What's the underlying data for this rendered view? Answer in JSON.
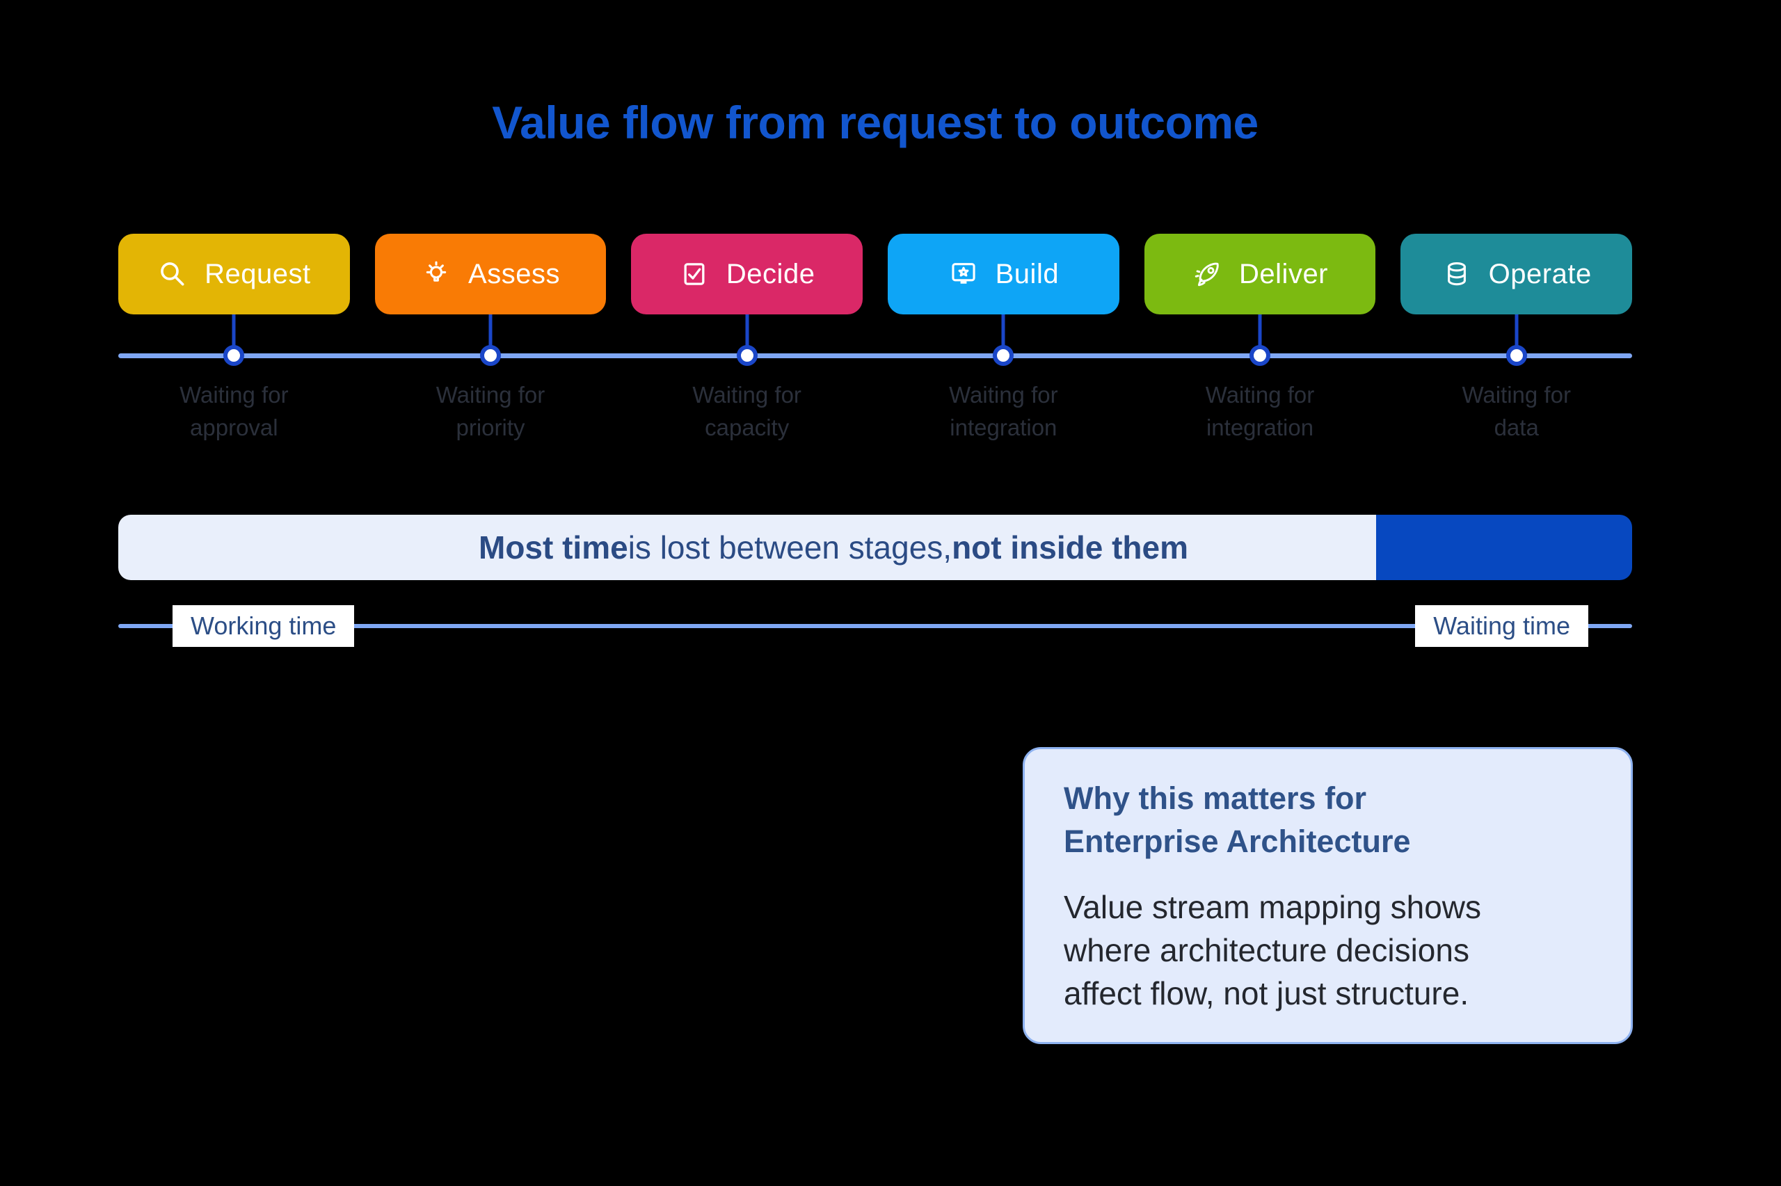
{
  "title": "Value flow from request to outcome",
  "colors": {
    "title_blue": "#1256CE",
    "timeline_light_blue": "#7FA7F3",
    "connector_blue": "#1A46C8",
    "bar_working_bg": "#E9EFFB",
    "bar_waiting_bg": "#0748C0",
    "callout_bg": "#E3EBFC",
    "callout_border": "#8EB2F0"
  },
  "stages": [
    {
      "label": "Request",
      "icon": "search-icon",
      "color": "#E3B505",
      "waiting": "Waiting for\napproval"
    },
    {
      "label": "Assess",
      "icon": "lightbulb-icon",
      "color": "#F97B05",
      "waiting": "Waiting for\npriority"
    },
    {
      "label": "Decide",
      "icon": "checkbox-icon",
      "color": "#DA2867",
      "waiting": "Waiting for\ncapacity"
    },
    {
      "label": "Build",
      "icon": "monitor-star-icon",
      "color": "#0EA5F6",
      "waiting": "Waiting for\nintegration"
    },
    {
      "label": "Deliver",
      "icon": "rocket-icon",
      "color": "#7CBA11",
      "waiting": "Waiting for\nintegration"
    },
    {
      "label": "Operate",
      "icon": "database-icon",
      "color": "#1E8C99",
      "waiting": "Waiting for\ndata"
    }
  ],
  "insight_bar": {
    "bold_1": "Most time",
    "regular_mid": " is lost between stages, ",
    "bold_2": "not inside them",
    "working_fraction": 0.83,
    "waiting_fraction": 0.17
  },
  "time_axis": {
    "working_label": "Working time",
    "waiting_label": "Waiting time"
  },
  "callout": {
    "heading": "Why this matters for\nEnterprise Architecture",
    "body": "Value stream mapping shows\nwhere architecture decisions\naffect flow, not just structure."
  }
}
